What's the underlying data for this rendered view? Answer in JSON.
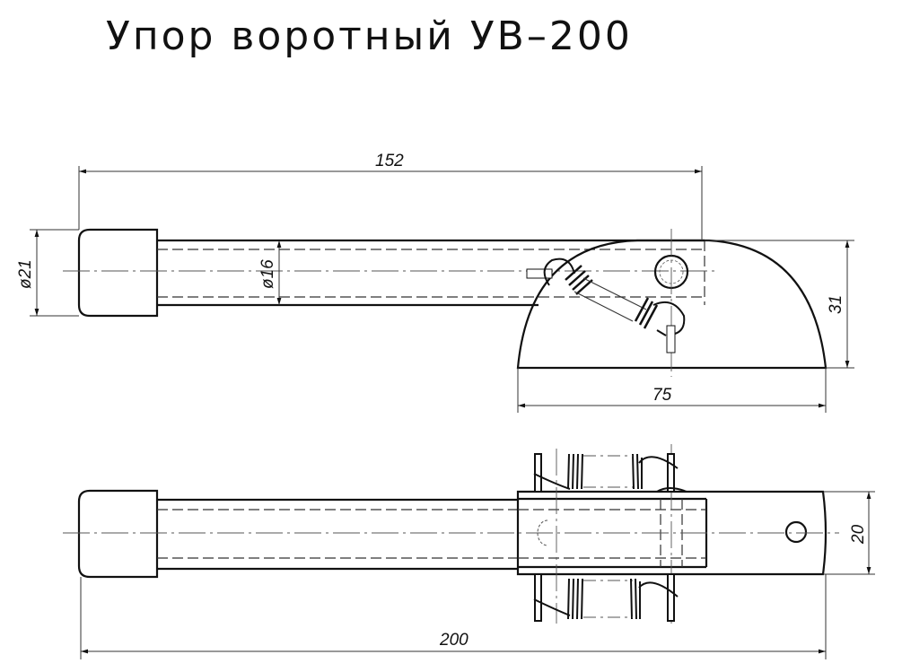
{
  "title": "Упор воротный УВ–200",
  "dimensions": {
    "overall_top_length": "152",
    "cap_diameter": "ø21",
    "tube_diameter": "ø16",
    "bracket_height": "31",
    "bracket_width": "75",
    "bracket_thickness": "20",
    "overall_length": "200"
  }
}
